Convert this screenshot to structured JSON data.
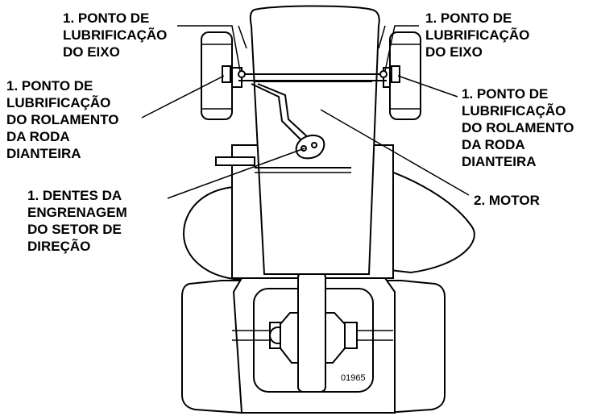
{
  "labels": {
    "axle_left": [
      "1. PONTO DE",
      "LUBRIFICAÇÃO",
      "DO EIXO"
    ],
    "axle_right": [
      "1. PONTO DE",
      "LUBRIFICAÇÃO",
      "DO EIXO"
    ],
    "wheel_bearing_left": [
      "1. PONTO DE",
      "LUBRIFICAÇÃO",
      "DO ROLAMENTO",
      "DA RODA",
      "DIANTEIRA"
    ],
    "wheel_bearing_right": [
      "1. PONTO DE",
      "LUBRIFICAÇÃO",
      "DO ROLAMENTO",
      "DA RODA",
      "DIANTEIRA"
    ],
    "steering_gear": [
      "1. DENTES DA",
      "ENGRENAGEM",
      "DO SETOR DE",
      "DIREÇÃO"
    ],
    "engine": [
      "2. MOTOR"
    ]
  },
  "figure_number": "01965"
}
